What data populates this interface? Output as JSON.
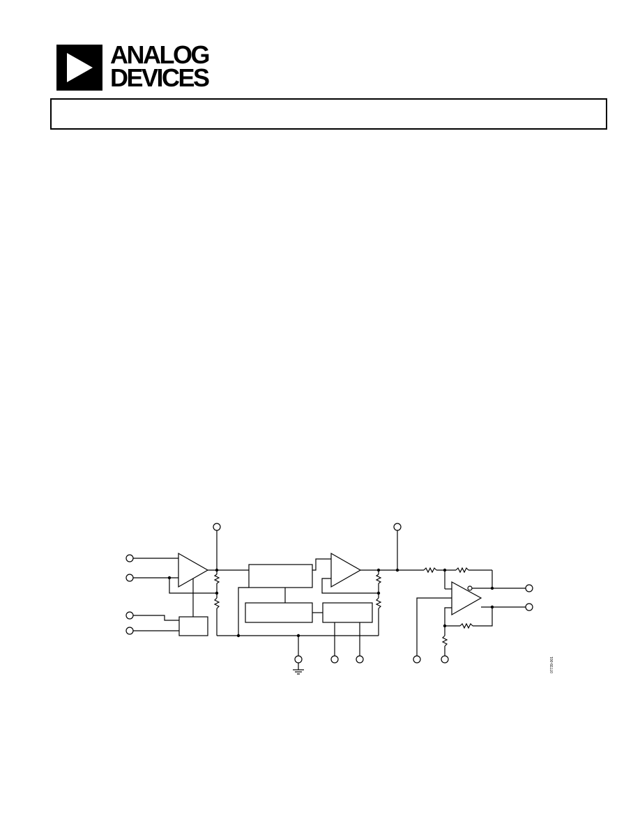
{
  "brand": {
    "name_line1": "ANALOG",
    "name_line2": "DEVICES",
    "logo_icon": "analog-devices-triangle-icon"
  },
  "title_box": {
    "text": ""
  },
  "diagram": {
    "figure_code": "07739-001"
  }
}
